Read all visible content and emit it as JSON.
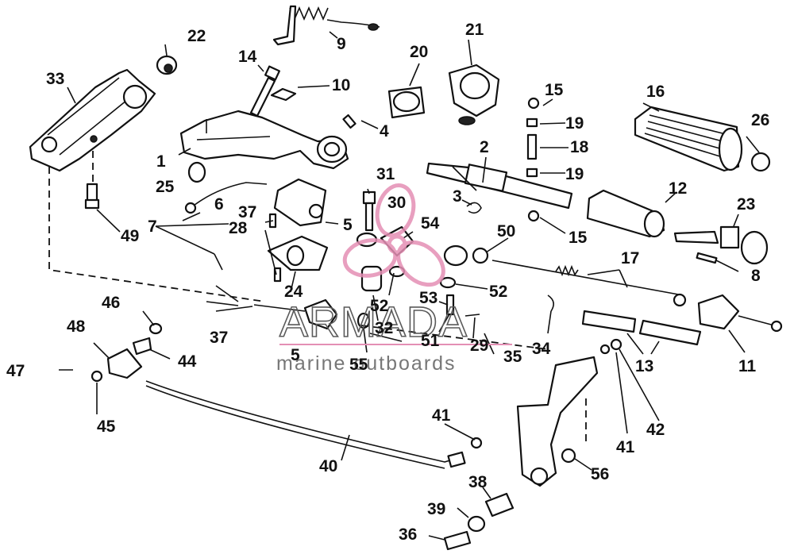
{
  "watermark": {
    "brand": "ARMADA",
    "tagline": "marine outboards",
    "accent_color": "#e48fb4"
  },
  "callouts": [
    {
      "id": "c1",
      "text": "1"
    },
    {
      "id": "c2",
      "text": "2"
    },
    {
      "id": "c3",
      "text": "3"
    },
    {
      "id": "c4",
      "text": "4"
    },
    {
      "id": "c5a",
      "text": "5"
    },
    {
      "id": "c5b",
      "text": "5"
    },
    {
      "id": "c6",
      "text": "6"
    },
    {
      "id": "c7",
      "text": "7"
    },
    {
      "id": "c8",
      "text": "8"
    },
    {
      "id": "c9",
      "text": "9"
    },
    {
      "id": "c10",
      "text": "10"
    },
    {
      "id": "c11",
      "text": "11"
    },
    {
      "id": "c12",
      "text": "12"
    },
    {
      "id": "c13",
      "text": "13"
    },
    {
      "id": "c14",
      "text": "14"
    },
    {
      "id": "c15a",
      "text": "15"
    },
    {
      "id": "c15b",
      "text": "15"
    },
    {
      "id": "c16",
      "text": "16"
    },
    {
      "id": "c17",
      "text": "17"
    },
    {
      "id": "c18",
      "text": "18"
    },
    {
      "id": "c19a",
      "text": "19"
    },
    {
      "id": "c19b",
      "text": "19"
    },
    {
      "id": "c20",
      "text": "20"
    },
    {
      "id": "c21",
      "text": "21"
    },
    {
      "id": "c22",
      "text": "22"
    },
    {
      "id": "c23",
      "text": "23"
    },
    {
      "id": "c24",
      "text": "24"
    },
    {
      "id": "c25",
      "text": "25"
    },
    {
      "id": "c26",
      "text": "26"
    },
    {
      "id": "c28",
      "text": "28"
    },
    {
      "id": "c29",
      "text": "29"
    },
    {
      "id": "c30",
      "text": "30"
    },
    {
      "id": "c31",
      "text": "31"
    },
    {
      "id": "c32",
      "text": "32"
    },
    {
      "id": "c33",
      "text": "33"
    },
    {
      "id": "c34",
      "text": "34"
    },
    {
      "id": "c35",
      "text": "35"
    },
    {
      "id": "c36",
      "text": "36"
    },
    {
      "id": "c37a",
      "text": "37"
    },
    {
      "id": "c37b",
      "text": "37"
    },
    {
      "id": "c38",
      "text": "38"
    },
    {
      "id": "c39",
      "text": "39"
    },
    {
      "id": "c40",
      "text": "40"
    },
    {
      "id": "c41a",
      "text": "41"
    },
    {
      "id": "c41b",
      "text": "41"
    },
    {
      "id": "c42",
      "text": "42"
    },
    {
      "id": "c44",
      "text": "44"
    },
    {
      "id": "c45",
      "text": "45"
    },
    {
      "id": "c46",
      "text": "46"
    },
    {
      "id": "c47",
      "text": "47"
    },
    {
      "id": "c48",
      "text": "48"
    },
    {
      "id": "c49",
      "text": "49"
    },
    {
      "id": "c50",
      "text": "50"
    },
    {
      "id": "c51",
      "text": "51"
    },
    {
      "id": "c52a",
      "text": "52"
    },
    {
      "id": "c52b",
      "text": "52"
    },
    {
      "id": "c53",
      "text": "53"
    },
    {
      "id": "c54",
      "text": "54"
    },
    {
      "id": "c55",
      "text": "55"
    },
    {
      "id": "c56",
      "text": "56"
    }
  ]
}
